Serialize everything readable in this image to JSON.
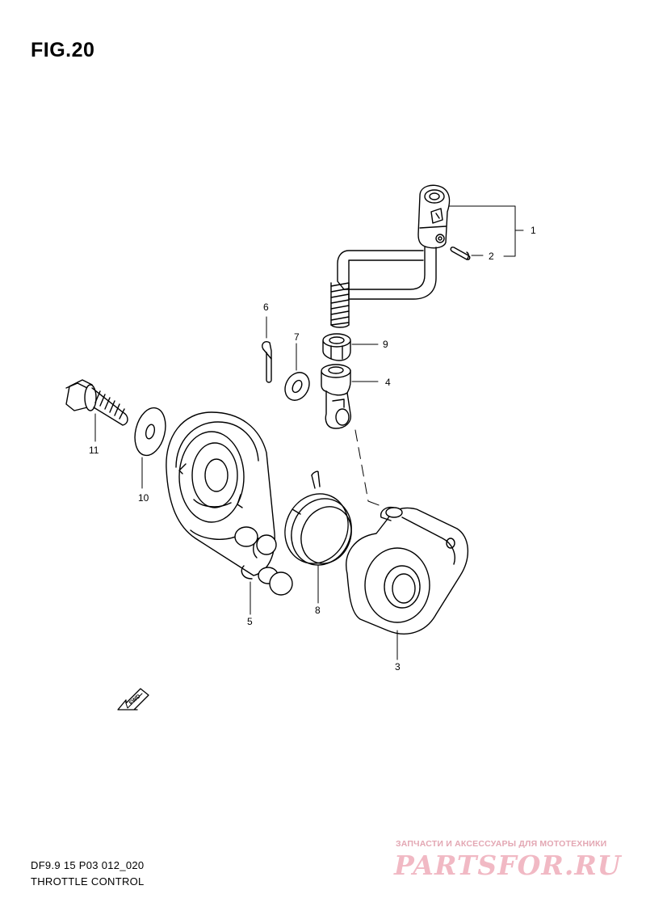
{
  "figure": {
    "title": "FIG.20"
  },
  "parts": [
    {
      "ref": "1"
    },
    {
      "ref": "2"
    },
    {
      "ref": "3"
    },
    {
      "ref": "4"
    },
    {
      "ref": "5"
    },
    {
      "ref": "6"
    },
    {
      "ref": "7"
    },
    {
      "ref": "8"
    },
    {
      "ref": "9"
    },
    {
      "ref": "10"
    },
    {
      "ref": "11"
    }
  ],
  "direction_badge": "FWD",
  "footer": {
    "code": "DF9.9 15 P03 012_020",
    "name": "THROTTLE CONTROL"
  },
  "watermark": {
    "tagline": "ЗАПЧАСТИ И АКСЕССУАРЫ ДЛЯ МОТОТЕХНИКИ",
    "brand": "PARTSFOR.RU"
  },
  "colors": {
    "line": "#000000",
    "watermark": "#f1b9c4"
  }
}
